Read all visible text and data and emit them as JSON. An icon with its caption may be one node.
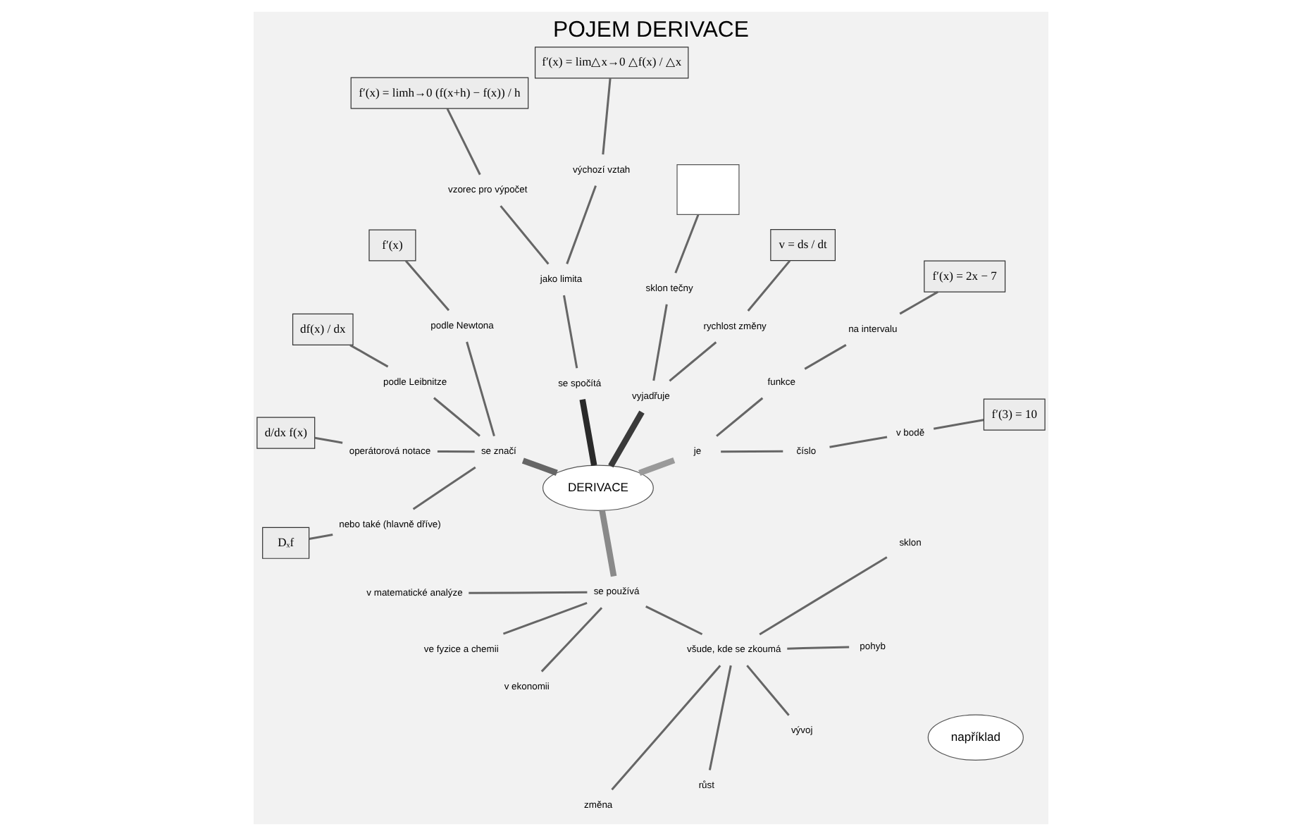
{
  "diagram": {
    "title": "POJEM DERIVACE",
    "nodes": [
      {
        "text": [
          "DERIVACE"
        ]
      },
      {
        "text": [
          "je"
        ]
      },
      {
        "text": [
          "číslo"
        ]
      },
      {
        "text": [
          "v bodě"
        ]
      },
      {
        "text": [
          "f′(3) = 10"
        ]
      },
      {
        "text": [
          "funkce"
        ]
      },
      {
        "text": [
          "na intervalu"
        ]
      },
      {
        "text": [
          "f′(x) = 2x − 7"
        ]
      },
      {
        "text": [
          "například"
        ]
      },
      {
        "text": [
          "vyjadřuje"
        ]
      },
      {
        "text": [
          "rychlost změny"
        ]
      },
      {
        "text": [
          "v = ds / dt"
        ]
      },
      {
        "text": [
          "sklon tečny"
        ]
      },
      {
        "text": [],
        "shape": "box"
      },
      {
        "text": [
          "se spočítá"
        ]
      },
      {
        "text": [
          "jako limita"
        ]
      },
      {
        "text": [
          "výchozí vztah"
        ]
      },
      {
        "text": [
          "f′(x) = lim△x→0 △f(x) / △x"
        ]
      },
      {
        "text": [
          "vzorec pro výpočet"
        ]
      },
      {
        "text": [
          "f′(x) = limh→0 (f(x+h) − f(x)) / h"
        ]
      },
      {
        "text": [
          "se značí"
        ]
      },
      {
        "text": [
          "podle Newtona"
        ]
      },
      {
        "text": [
          "f′(x)"
        ]
      },
      {
        "text": [
          "podle Leibnitze"
        ]
      },
      {
        "text": [
          "df(x) / dx"
        ]
      },
      {
        "text": [
          "operátorová notace"
        ]
      },
      {
        "text": [
          "d/dx f(x)"
        ]
      },
      {
        "text": [
          "nebo také (hlavně dříve)"
        ]
      },
      {
        "text": [
          "Dₓf"
        ]
      },
      {
        "text": [
          "se používá"
        ]
      },
      {
        "text": [
          "v matematické analýze"
        ]
      },
      {
        "text": [
          "ve fyzice a chemii"
        ]
      },
      {
        "text": [
          "v ekonomii"
        ]
      },
      {
        "text": [
          "všude, kde se zkoumá"
        ]
      },
      {
        "text": [
          "změna"
        ]
      },
      {
        "text": [
          "růst"
        ]
      },
      {
        "text": [
          "vývoj"
        ]
      },
      {
        "text": [
          "pohyb"
        ]
      },
      {
        "text": [
          "sklon"
        ]
      }
    ],
    "edges": [
      {
        "from": 0,
        "to": 1,
        "arrow": "none",
        "style": "thick",
        "color": "#9a9a9a"
      },
      {
        "from": 1,
        "to": 2,
        "arrow": "none"
      },
      {
        "from": 2,
        "to": 3,
        "arrow": "none"
      },
      {
        "from": 3,
        "to": 4,
        "arrow": "none"
      },
      {
        "from": 1,
        "to": 5,
        "arrow": "none"
      },
      {
        "from": 5,
        "to": 6,
        "arrow": "none"
      },
      {
        "from": 6,
        "to": 7,
        "arrow": "none"
      },
      {
        "from": 0,
        "to": 9,
        "arrow": "none",
        "style": "thick",
        "color": "#3a3a3a"
      },
      {
        "from": 9,
        "to": 10,
        "arrow": "none"
      },
      {
        "from": 10,
        "to": 11,
        "arrow": "none"
      },
      {
        "from": 9,
        "to": 12,
        "arrow": "none"
      },
      {
        "from": 12,
        "to": 13,
        "arrow": "none"
      },
      {
        "from": 0,
        "to": 14,
        "arrow": "none",
        "style": "thick",
        "color": "#2a2a2a"
      },
      {
        "from": 14,
        "to": 15,
        "arrow": "none"
      },
      {
        "from": 15,
        "to": 16,
        "arrow": "none"
      },
      {
        "from": 16,
        "to": 17,
        "arrow": "none"
      },
      {
        "from": 15,
        "to": 18,
        "arrow": "none"
      },
      {
        "from": 18,
        "to": 19,
        "arrow": "none"
      },
      {
        "from": 0,
        "to": 20,
        "arrow": "none",
        "style": "thick"
      },
      {
        "from": 20,
        "to": 21,
        "arrow": "none"
      },
      {
        "from": 21,
        "to": 22,
        "arrow": "none"
      },
      {
        "from": 20,
        "to": 23,
        "arrow": "none"
      },
      {
        "from": 23,
        "to": 24,
        "arrow": "none"
      },
      {
        "from": 20,
        "to": 25,
        "arrow": "none"
      },
      {
        "from": 25,
        "to": 26,
        "arrow": "none"
      },
      {
        "from": 20,
        "to": 27,
        "arrow": "none"
      },
      {
        "from": 27,
        "to": 28,
        "arrow": "none"
      },
      {
        "from": 0,
        "to": 29,
        "arrow": "none",
        "style": "thick",
        "color": "#8a8a8a"
      },
      {
        "from": 29,
        "to": 30,
        "arrow": "none"
      },
      {
        "from": 29,
        "to": 31,
        "arrow": "none"
      },
      {
        "from": 29,
        "to": 32,
        "arrow": "none"
      },
      {
        "from": 29,
        "to": 33,
        "arrow": "none"
      },
      {
        "from": 33,
        "to": 34,
        "arrow": "none"
      },
      {
        "from": 33,
        "to": 35,
        "arrow": "none"
      },
      {
        "from": 33,
        "to": 36,
        "arrow": "none"
      },
      {
        "from": 33,
        "to": 37,
        "arrow": "none"
      },
      {
        "from": 33,
        "to": 38,
        "arrow": "none"
      }
    ]
  }
}
